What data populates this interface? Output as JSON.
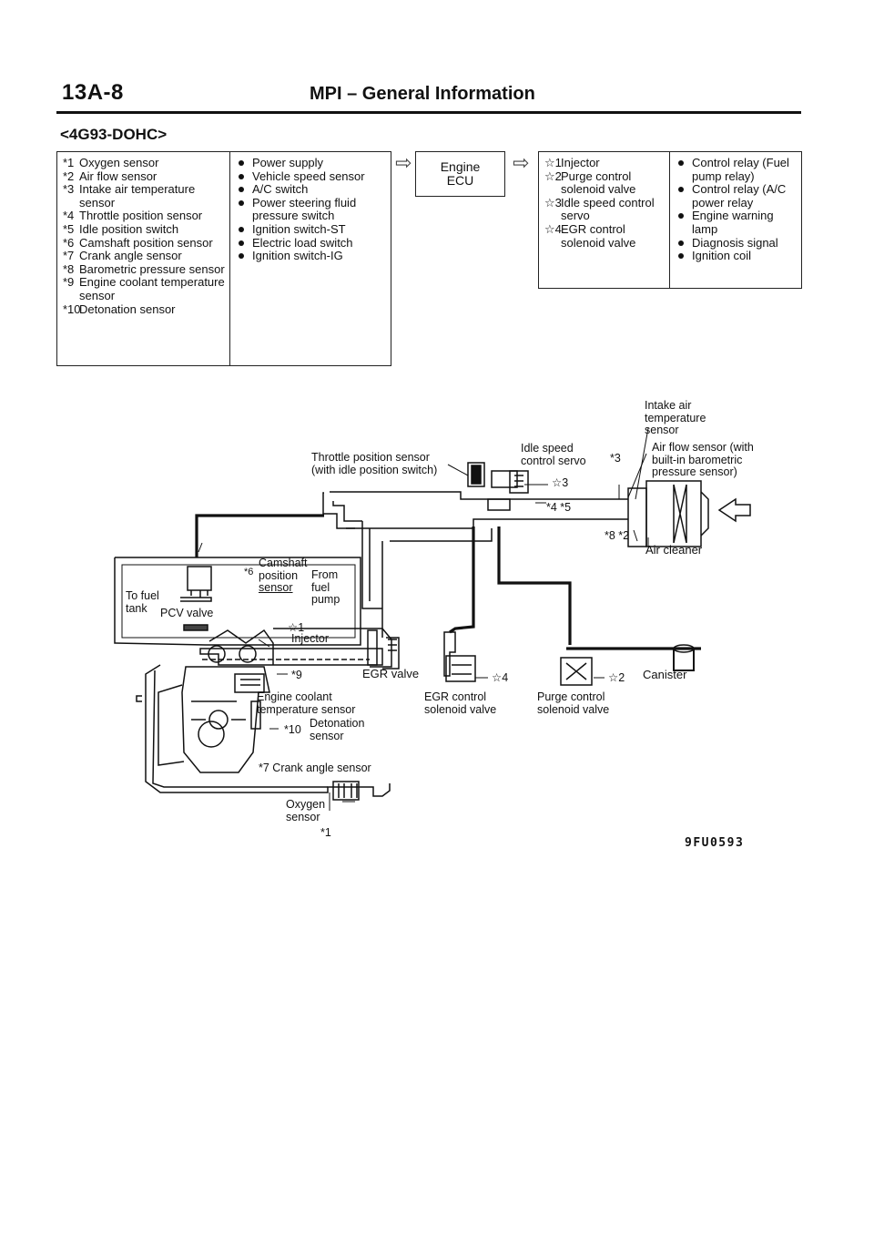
{
  "header": {
    "page_number": "13A-8",
    "title": "MPI – General Information"
  },
  "engine_label": "<4G93-DOHC>",
  "sensors": [
    {
      "mark": "*1",
      "text": "Oxygen sensor"
    },
    {
      "mark": "*2",
      "text": "Air flow sensor"
    },
    {
      "mark": "*3",
      "text": "Intake air temperature sensor"
    },
    {
      "mark": "*4",
      "text": "Throttle position sensor"
    },
    {
      "mark": "*5",
      "text": "Idle position switch"
    },
    {
      "mark": "*6",
      "text": "Camshaft position sensor"
    },
    {
      "mark": "*7",
      "text": "Crank angle sensor"
    },
    {
      "mark": "*8",
      "text": "Barometric pressure sensor"
    },
    {
      "mark": "*9",
      "text": "Engine coolant temperature sensor"
    },
    {
      "mark": "*10",
      "text": "Detonation sensor"
    }
  ],
  "inputs": [
    "Power supply",
    "Vehicle speed sensor",
    "A/C switch",
    "Power steering fluid pressure switch",
    "Ignition switch-ST",
    "Electric load switch",
    "Ignition switch-IG"
  ],
  "ecu": {
    "line1": "Engine",
    "line2": "ECU"
  },
  "actuators": [
    {
      "mark": "☆1",
      "text": "Injector"
    },
    {
      "mark": "☆2",
      "text": "Purge control solenoid valve"
    },
    {
      "mark": "☆3",
      "text": "Idle speed control servo"
    },
    {
      "mark": "☆4",
      "text": "EGR control solenoid valve"
    }
  ],
  "outputs": [
    "Control relay (Fuel pump relay)",
    "Control relay (A/C power relay",
    "Engine warning lamp",
    "Diagnosis signal",
    "Ignition coil"
  ],
  "diagram": {
    "intake_air_temp": [
      "Intake air",
      "temperature",
      "sensor"
    ],
    "air_flow": [
      "Air flow sensor (with",
      "built-in  barometric",
      "pressure sensor)"
    ],
    "throttle": [
      "Throttle position sensor",
      "(with idle position switch)"
    ],
    "isc": [
      "Idle speed",
      "control servo"
    ],
    "star3": "☆3",
    "mark3": "*3",
    "mark45": "*4  *5",
    "mark82": "*8 *2",
    "air_cleaner": "Air cleaner",
    "mark6": "*6",
    "camshaft": [
      "Camshaft",
      "position",
      "sensor"
    ],
    "from_fuel_pump": [
      "From",
      "fuel",
      "pump"
    ],
    "to_fuel_tank": [
      "To fuel",
      "tank"
    ],
    "pcv": "PCV valve",
    "star1": "☆1",
    "injector": "Injector",
    "mark9": "*9",
    "egr_valve": "EGR valve",
    "star4": "☆4",
    "star2": "☆2",
    "canister": "Canister",
    "coolant": [
      "Engine coolant",
      "temperature sensor"
    ],
    "egr_sol": [
      "EGR control",
      "solenoid valve"
    ],
    "purge_sol": [
      "Purge  control",
      "solenoid valve"
    ],
    "mark10": "*10",
    "detonation": [
      "Detonation",
      "sensor"
    ],
    "crank": "*7 Crank angle sensor",
    "oxygen": [
      "Oxygen",
      "sensor"
    ],
    "mark1": "*1"
  },
  "figure_code": "9FU0593"
}
